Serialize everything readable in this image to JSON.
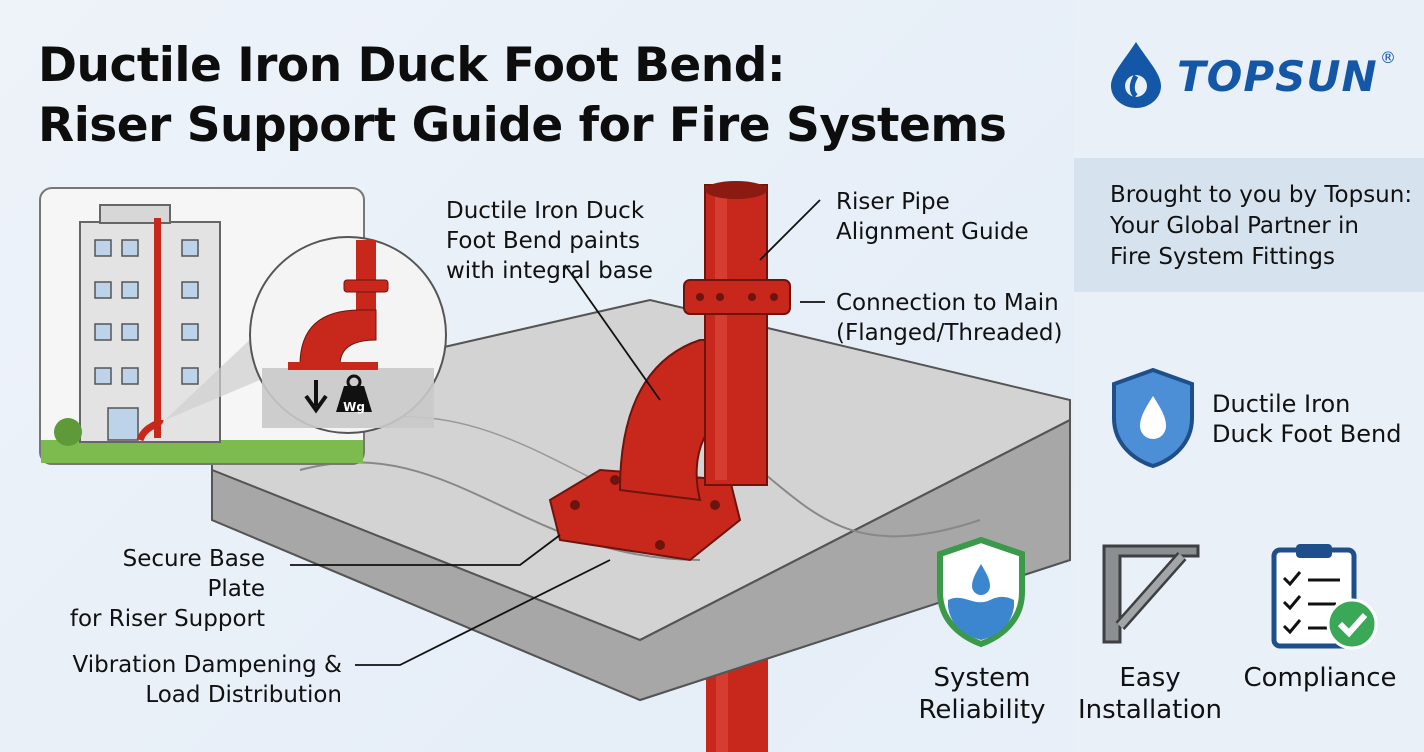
{
  "title": {
    "line1": "Ductile Iron Duck Foot Bend:",
    "line2": "Riser Support Guide for Fire Systems"
  },
  "brand": {
    "name": "TOPSUN",
    "registered": "®",
    "logo_icon": "water-drop-icon",
    "color": "#1357a6"
  },
  "promo": {
    "line1": "Brought to you by Topsun:",
    "line2": "Your Global Partner in",
    "line3": "Fire System Fittings"
  },
  "inset": {
    "weight_label": "Wg"
  },
  "callouts": {
    "duck_foot": [
      "Ductile Iron Duck",
      "Foot Bend  paints",
      "with integral base"
    ],
    "riser_guide": [
      "Riser Pipe",
      "Alignment Guide"
    ],
    "connection": [
      "Connection to Main",
      "(Flanged/Threaded)"
    ],
    "base_plate": [
      "Secure Base Plate",
      "for Riser Support"
    ],
    "vibration": [
      "Vibration Dampening &",
      "Load Distribution"
    ]
  },
  "product_badge": {
    "icon": "shield-drop-icon",
    "line1": "Ductile Iron",
    "line2": "Duck Foot Bend"
  },
  "features": [
    {
      "icon": "shield-water-icon",
      "line1": "System",
      "line2": "Reliability"
    },
    {
      "icon": "bracket-icon",
      "line1": "Easy",
      "line2": "Installation"
    },
    {
      "icon": "clipboard-check-icon",
      "line1": "Compliance",
      "line2": ""
    }
  ],
  "colors": {
    "pipe_red": "#c8281c",
    "accent_blue": "#1357a6",
    "check_green": "#3aa856"
  }
}
